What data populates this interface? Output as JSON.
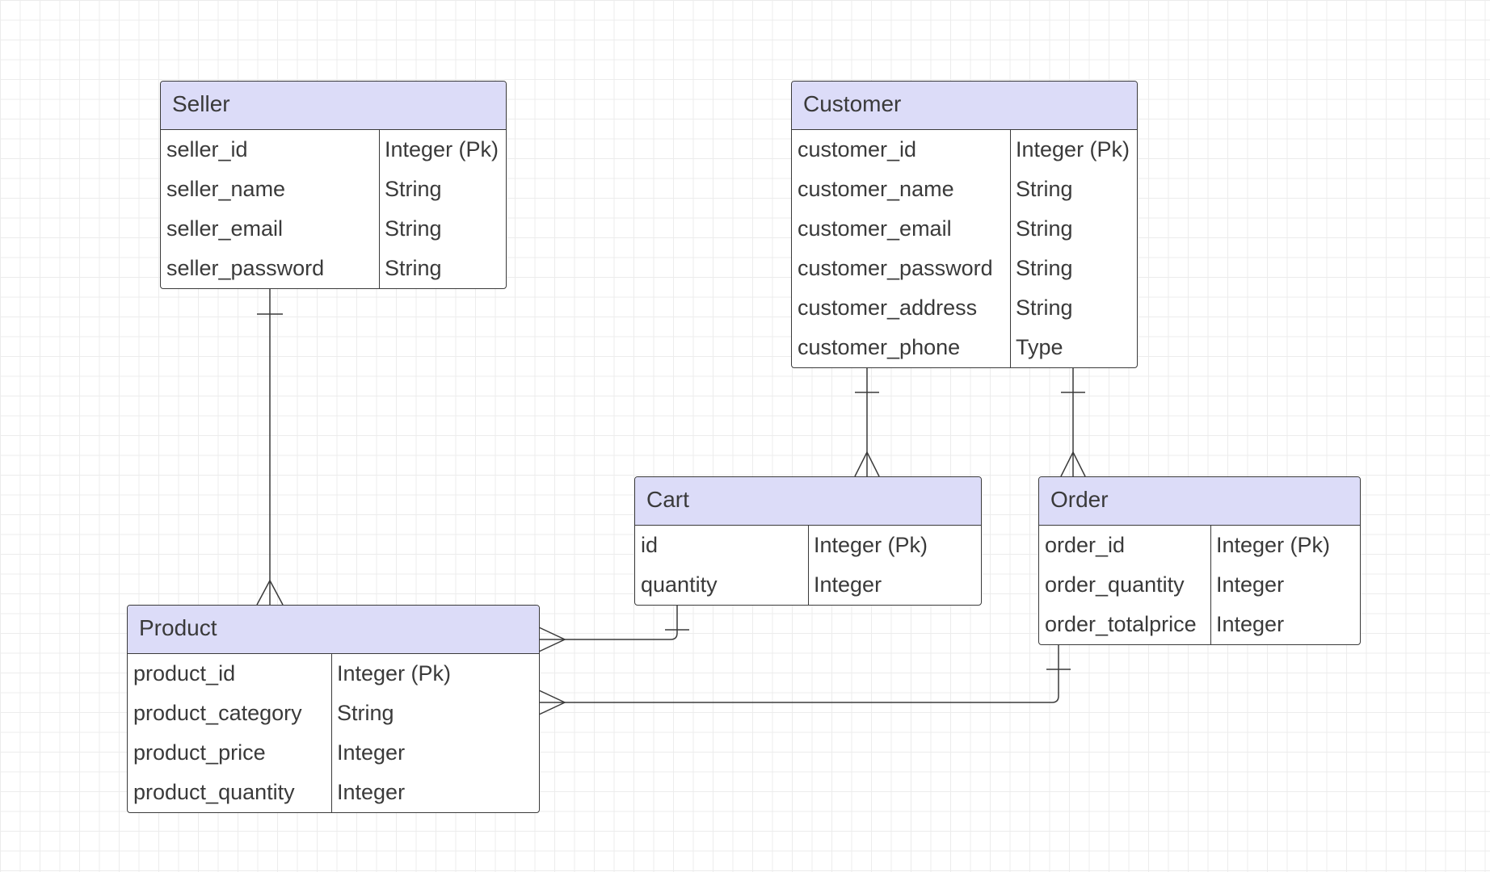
{
  "colors": {
    "header_fill": "#dcdcf8",
    "stroke": "#3a3a3a",
    "grid": "#ececec",
    "text": "#3a3a3a"
  },
  "entities": {
    "seller": {
      "title": "Seller",
      "rows": [
        {
          "name": "seller_id",
          "type": "Integer (Pk)"
        },
        {
          "name": "seller_name",
          "type": "String"
        },
        {
          "name": "seller_email",
          "type": "String"
        },
        {
          "name": "seller_password",
          "type": "String"
        }
      ]
    },
    "customer": {
      "title": "Customer",
      "rows": [
        {
          "name": "customer_id",
          "type": "Integer (Pk)"
        },
        {
          "name": "customer_name",
          "type": "String"
        },
        {
          "name": "customer_email",
          "type": "String"
        },
        {
          "name": "customer_password",
          "type": "String"
        },
        {
          "name": "customer_address",
          "type": "String"
        },
        {
          "name": "customer_phone",
          "type": "Type"
        }
      ]
    },
    "cart": {
      "title": "Cart",
      "rows": [
        {
          "name": "id",
          "type": "Integer (Pk)"
        },
        {
          "name": "quantity",
          "type": "Integer"
        }
      ]
    },
    "order": {
      "title": "Order",
      "rows": [
        {
          "name": "order_id",
          "type": "Integer (Pk)"
        },
        {
          "name": "order_quantity",
          "type": "Integer"
        },
        {
          "name": "order_totalprice",
          "type": "Integer"
        }
      ]
    },
    "product": {
      "title": "Product",
      "rows": [
        {
          "name": "product_id",
          "type": "Integer (Pk)"
        },
        {
          "name": "product_category",
          "type": "String"
        },
        {
          "name": "product_price",
          "type": "Integer"
        },
        {
          "name": "product_quantity",
          "type": "Integer"
        }
      ]
    }
  },
  "relationships": [
    {
      "from": "seller",
      "from_cardinality": "one",
      "to": "product",
      "to_cardinality": "many"
    },
    {
      "from": "customer",
      "from_cardinality": "one",
      "to": "cart",
      "to_cardinality": "many"
    },
    {
      "from": "customer",
      "from_cardinality": "one",
      "to": "order",
      "to_cardinality": "many"
    },
    {
      "from": "cart",
      "from_cardinality": "one",
      "to": "product",
      "to_cardinality": "many"
    },
    {
      "from": "order",
      "from_cardinality": "one",
      "to": "product",
      "to_cardinality": "many"
    }
  ]
}
